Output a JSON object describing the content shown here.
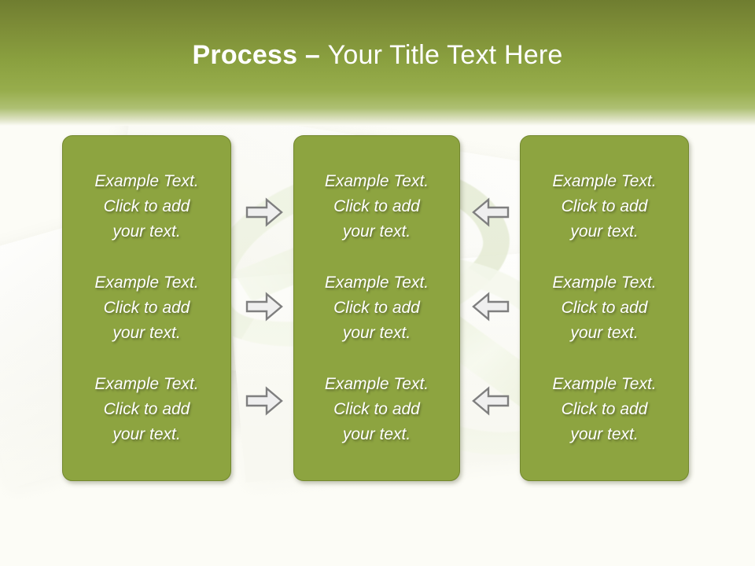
{
  "slide": {
    "title": {
      "bold_part": "Process",
      "dash": " – ",
      "rest": "Your Title Text Here"
    },
    "colors": {
      "header_top": "#6f7d30",
      "header_mid": "#8aa03f",
      "box_fill": "#8da440",
      "box_border": "#73882f",
      "text": "#ffffff",
      "background": "#fcfcf6",
      "arrow_fill": "#efefef",
      "arrow_stroke": "#808080"
    }
  },
  "columns": [
    {
      "name": "column-left",
      "cells": [
        "Example Text.\nClick  to add\nyour text.",
        "Example Text.\nClick  to add\nyour text.",
        "Example Text.\nClick  to add\nyour text."
      ]
    },
    {
      "name": "column-middle",
      "cells": [
        "Example Text.\nClick  to add\nyour text.",
        "Example Text.\nClick  to add\nyour text.",
        "Example Text.\nClick  to add\nyour text."
      ]
    },
    {
      "name": "column-right",
      "cells": [
        "Example Text.\nClick  to add\nyour text.",
        "Example Text.\nClick  to add\nyour text.",
        "Example Text.\nClick  to add\nyour text."
      ]
    }
  ],
  "arrows": {
    "right": [
      {
        "icon": "arrow-right-icon",
        "row": 1
      },
      {
        "icon": "arrow-right-icon",
        "row": 2
      },
      {
        "icon": "arrow-right-icon",
        "row": 3
      }
    ],
    "left": [
      {
        "icon": "arrow-left-icon",
        "row": 1
      },
      {
        "icon": "arrow-left-icon",
        "row": 2
      },
      {
        "icon": "arrow-left-icon",
        "row": 3
      }
    ]
  }
}
